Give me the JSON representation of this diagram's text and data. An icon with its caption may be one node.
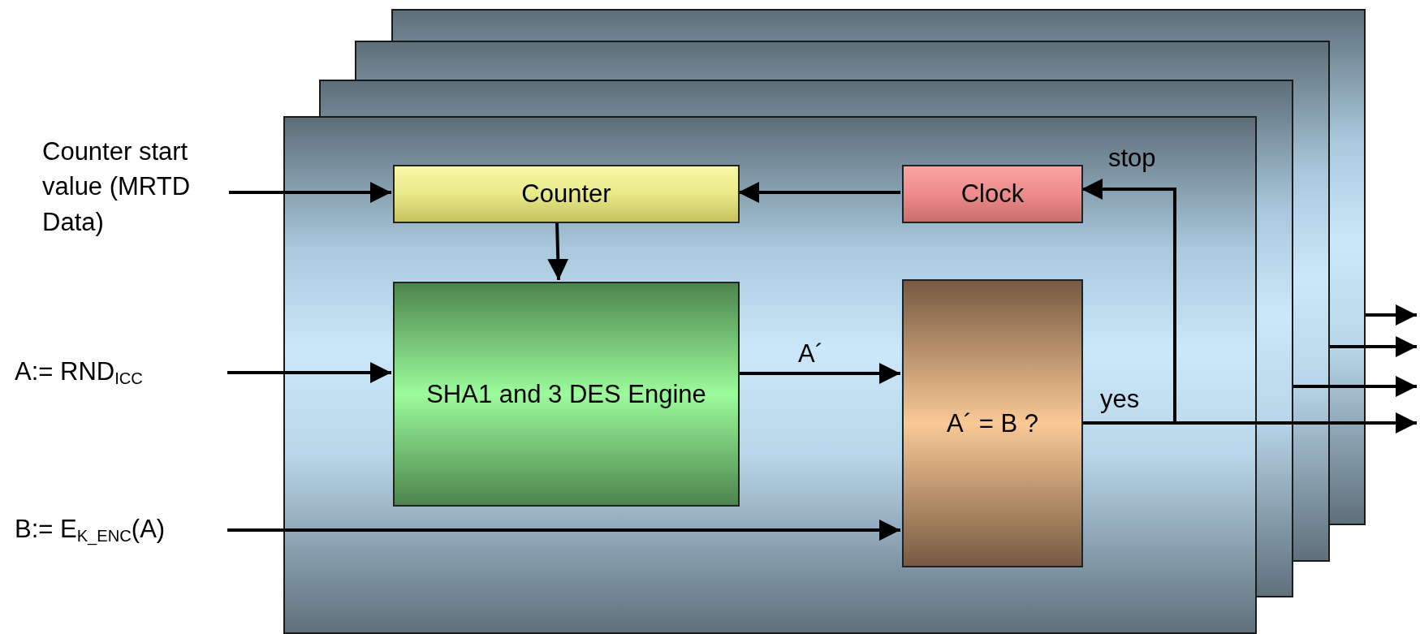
{
  "diagram": {
    "nodes": [
      {
        "text": [],
        "shape": "box"
      },
      {
        "text": [],
        "shape": "box"
      },
      {
        "text": [],
        "shape": "box"
      },
      {
        "text": [],
        "shape": "box"
      },
      {
        "text": [
          "Counter start value (MRTD Data)"
        ]
      },
      {
        "text": [
          "Counter"
        ],
        "in": 3
      },
      {
        "text": [
          "Clock"
        ],
        "in": 3
      },
      {
        "text": [
          "A:= RND$_{ICC}$"
        ]
      },
      {
        "text": [
          "SHA1 and 3 DES Engine"
        ],
        "in": 3
      },
      {
        "text": [
          "A´ = B ?"
        ],
        "in": 3
      },
      {
        "text": [
          "B:= E$_{K_ENC}$(A)"
        ]
      }
    ],
    "edges": [
      {
        "from": 4,
        "to": 5,
        "arrow": "to"
      },
      {
        "from": 6,
        "to": 5,
        "arrow": "to"
      },
      {
        "from": 5,
        "to": 8,
        "arrow": "to"
      },
      {
        "from": 7,
        "to": 8,
        "arrow": "to"
      },
      {
        "from": 8,
        "to": 9,
        "arrow": "to",
        "label": "A´"
      },
      {
        "from": 10,
        "to": 9,
        "arrow": "to"
      },
      {
        "from": 9,
        "to": 6,
        "arrow": "to",
        "label": "stop"
      },
      {
        "from": 9,
        "to": null,
        "arrow": "to",
        "label": "yes"
      },
      {
        "from": 0,
        "to": null,
        "arrow": "to"
      },
      {
        "from": 1,
        "to": null,
        "arrow": "to"
      },
      {
        "from": 2,
        "to": null,
        "arrow": "to"
      }
    ]
  }
}
